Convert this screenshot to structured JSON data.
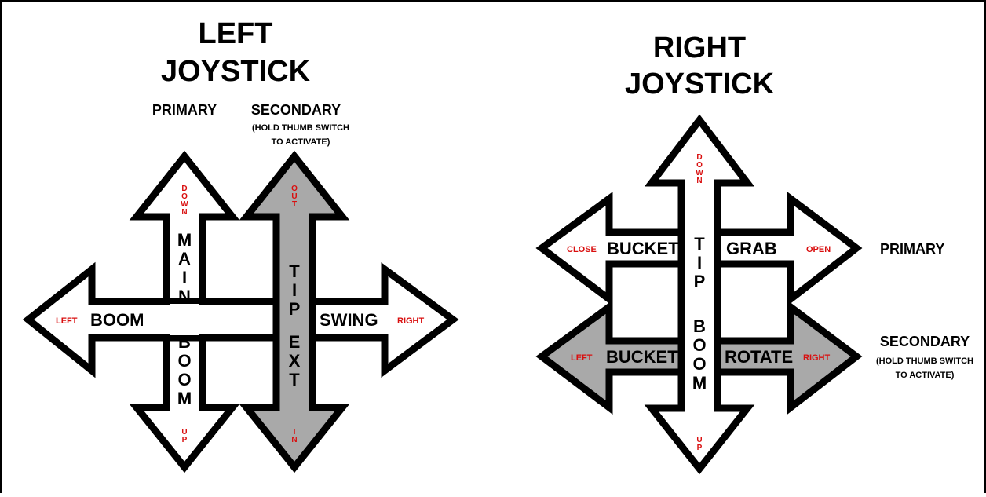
{
  "left": {
    "title_line1": "LEFT",
    "title_line2": "JOYSTICK",
    "primary_heading": "PRIMARY",
    "secondary_heading": "SECONDARY",
    "secondary_note_line1": "(HOLD THUMB SWITCH",
    "secondary_note_line2": "TO ACTIVATE)",
    "main_boom_up_down": {
      "top_word": "MAIN",
      "bottom_word": "BOOM",
      "top_dir": "DOWN",
      "bottom_dir": "UP"
    },
    "tip_ext_in_out": {
      "top_word": "TIP",
      "bottom_word": "EXT",
      "top_dir": "OUT",
      "bottom_dir": "IN"
    },
    "boom_left": {
      "word": "BOOM",
      "dir": "LEFT"
    },
    "swing_right": {
      "word": "SWING",
      "dir": "RIGHT"
    }
  },
  "right": {
    "title_line1": "RIGHT",
    "title_line2": "JOYSTICK",
    "primary_label": "PRIMARY",
    "secondary_label": "SECONDARY",
    "secondary_note_line1": "(HOLD THUMB SWITCH",
    "secondary_note_line2": "TO ACTIVATE)",
    "vertical": {
      "top_word": "TIP",
      "bottom_word": "BOOM",
      "top_dir": "DOWN",
      "bottom_dir": "UP"
    },
    "bucket_close": {
      "word": "BUCKET",
      "dir": "CLOSE"
    },
    "grab_open": {
      "word": "GRAB",
      "dir": "OPEN"
    },
    "bucket_left": {
      "word": "BUCKET",
      "dir": "LEFT"
    },
    "rotate_right": {
      "word": "ROTATE",
      "dir": "RIGHT"
    }
  },
  "colors": {
    "arrow_fill_primary": "#ffffff",
    "arrow_fill_secondary": "#a9a9a9",
    "outline": "#000000",
    "direction_text": "#d90f0f"
  }
}
